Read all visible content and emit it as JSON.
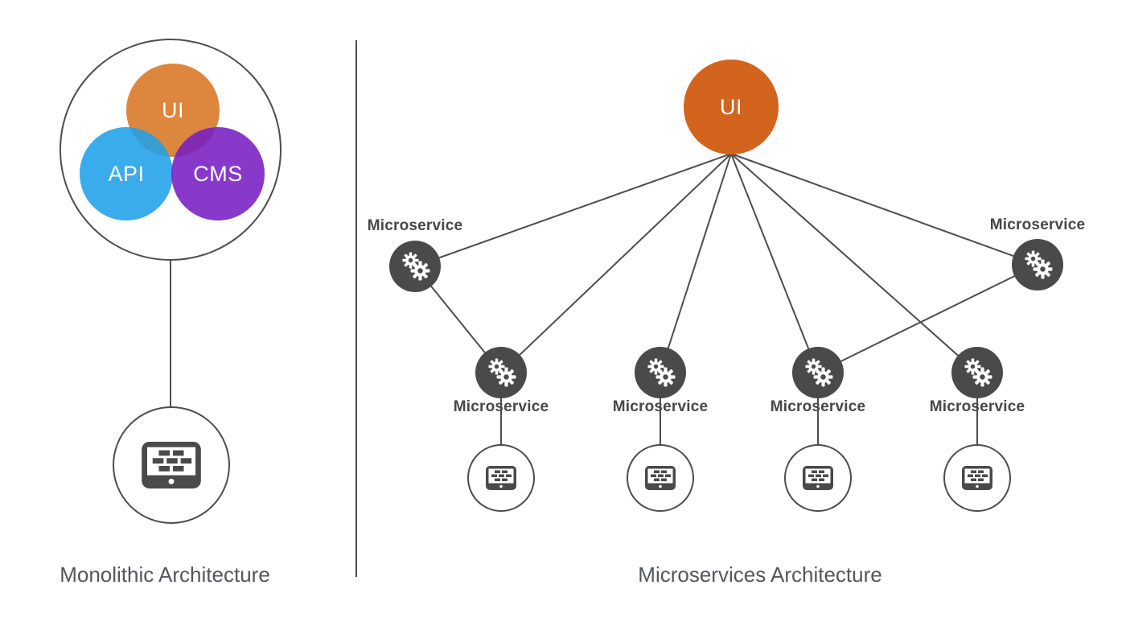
{
  "diagram": {
    "monolith": {
      "caption": "Monolithic Architecture",
      "components": [
        {
          "label": "UI",
          "color": "#DA7A28"
        },
        {
          "label": "API",
          "color": "#2FA6E9"
        },
        {
          "label": "CMS",
          "color": "#7E2BC0"
        }
      ],
      "client_icon": "tablet-icon"
    },
    "microservices": {
      "caption": "Microservices Architecture",
      "ui": {
        "label": "UI",
        "color": "#D2641E"
      },
      "nodes": [
        {
          "label": "Microservice",
          "icon": "gears-icon"
        },
        {
          "label": "Microservice",
          "icon": "gears-icon"
        },
        {
          "label": "Microservice",
          "icon": "gears-icon"
        },
        {
          "label": "Microservice",
          "icon": "gears-icon"
        },
        {
          "label": "Microservice",
          "icon": "gears-icon"
        },
        {
          "label": "Microservice",
          "icon": "gears-icon"
        }
      ],
      "client_icon": "tablet-icon"
    },
    "colors": {
      "node_dark": "#4A4A4A",
      "line": "#4D4D4D",
      "node_label_text": "#474747",
      "caption_text": "#55565A"
    }
  }
}
